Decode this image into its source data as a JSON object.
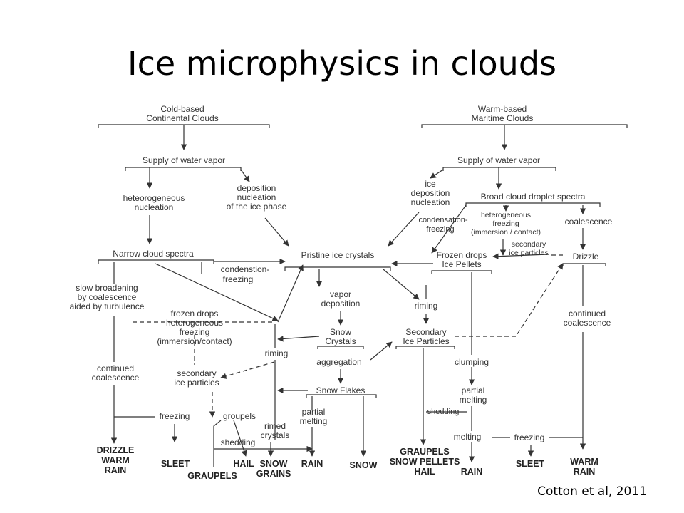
{
  "title": "Ice microphysics in clouds",
  "citation": "Cotton et al, 2011",
  "nodes": {
    "cold_clouds": [
      "Cold-based",
      "Continental Clouds"
    ],
    "warm_clouds": [
      "Warm-based",
      "Maritime Clouds"
    ],
    "supply_left": "Supply of water vapor",
    "supply_right": "Supply of water vapor",
    "het_nucleation": [
      "heteorogeneous",
      "nucleation"
    ],
    "deposition_nucleation": [
      "deposition",
      "nucleation",
      "of the ice phase"
    ],
    "ice_deposition_nucleation": [
      "ice",
      "deposition",
      "nucleation"
    ],
    "broad_spectra": "Broad cloud droplet spectra",
    "condensation_freezing_r": [
      "condensation-",
      "freezing"
    ],
    "het_freezing_r": [
      "heterogeneous",
      "freezing",
      "(immersion / contact)"
    ],
    "coalescence_r": "coalescence",
    "secondary_r": [
      "secondary",
      "ice particles"
    ],
    "narrow_spectra": "Narrow cloud spectra",
    "condension_freezing_l": [
      "condenstion-",
      "freezing"
    ],
    "pristine": "Pristine ice crystals",
    "frozen_drops_r": [
      "Frozen drops",
      "Ice Pellets"
    ],
    "drizzle": "Drizzle",
    "slow_broadening": [
      "slow broadening",
      "by coalescence",
      "aided by turbulence"
    ],
    "frozen_drops_l": [
      "frozen drops",
      "heterogeneous",
      "freezing",
      "(immersion/contact)"
    ],
    "vapor_deposition": [
      "vapor",
      "deposition"
    ],
    "riming_r": "riming",
    "continued_coalescence_r": [
      "continued",
      "coalescence"
    ],
    "snow_crystals": [
      "Snow",
      "Crystals"
    ],
    "secondary_ice": [
      "Secondary",
      "Ice Particles"
    ],
    "riming_l": "riming",
    "continued_coalescence_l": [
      "continued",
      "coalescence"
    ],
    "secondary_l": [
      "secondary",
      "ice particles"
    ],
    "aggregation": "aggregation",
    "clumping": "clumping",
    "snow_flakes": "Snow Flakes",
    "partial_melting_r": [
      "partial",
      "melting"
    ],
    "freezing_l": "freezing",
    "groupels": "groupels",
    "rimed_crystals": [
      "rimed",
      "crystals"
    ],
    "partial_melting_m": [
      "partial",
      "melting"
    ],
    "shedding_r": "shedding",
    "shedding_l": "shedding",
    "melting": "melting",
    "freezing_r": "freezing"
  },
  "outputs": {
    "drizzle_warm_rain": [
      "DRIZZLE",
      "WARM",
      "RAIN"
    ],
    "sleet_l": "SLEET",
    "graupels_l": "GRAUPELS",
    "hail": "HAIL",
    "snow_grains": [
      "SNOW",
      "GRAINS"
    ],
    "rain_m": "RAIN",
    "snow": "SNOW",
    "graupels_pellets_hail": [
      "GRAUPELS",
      "SNOW PELLETS",
      "HAIL"
    ],
    "rain_r": "RAIN",
    "sleet_r": "SLEET",
    "warm_rain": [
      "WARM",
      "RAIN"
    ]
  }
}
